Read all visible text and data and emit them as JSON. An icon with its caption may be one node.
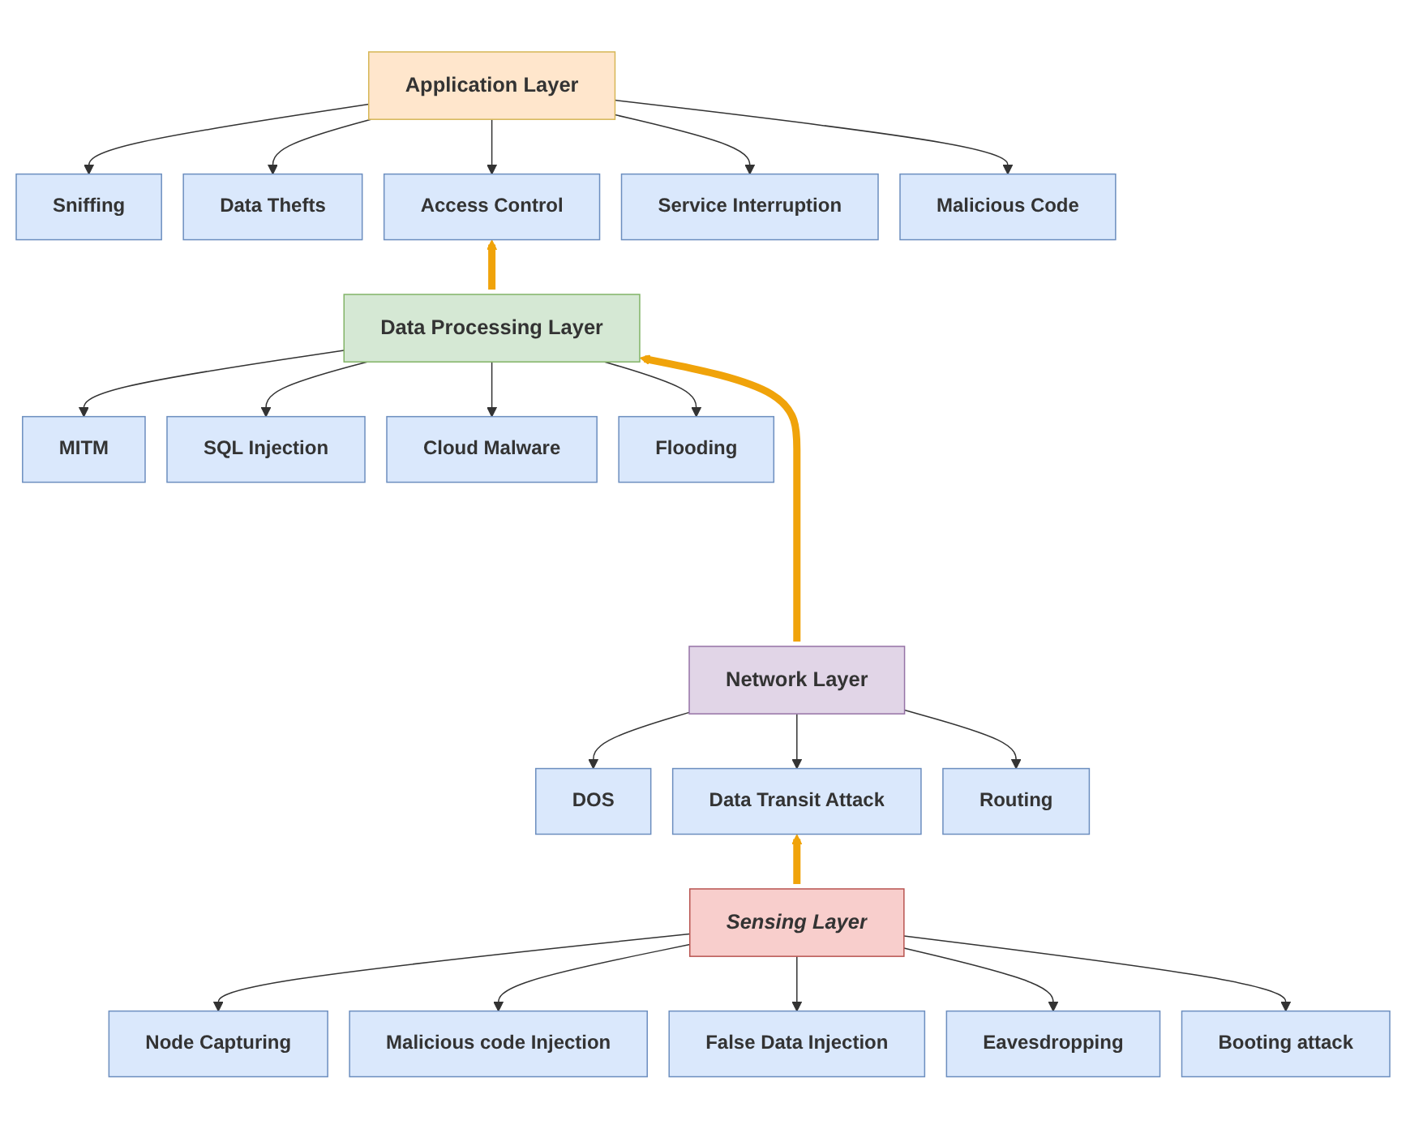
{
  "diagram": {
    "nodes": [
      {
        "text": [
          "Application Layer"
        ]
      },
      {
        "text": [
          "Sniffing"
        ]
      },
      {
        "text": [
          "Data Thefts"
        ]
      },
      {
        "text": [
          "Access Control"
        ]
      },
      {
        "text": [
          "Service Interruption"
        ]
      },
      {
        "text": [
          "Malicious Code"
        ]
      },
      {
        "text": [
          "Data Processing Layer"
        ]
      },
      {
        "text": [
          "MITM"
        ]
      },
      {
        "text": [
          "SQL Injection"
        ]
      },
      {
        "text": [
          "Cloud Malware"
        ]
      },
      {
        "text": [
          "Flooding"
        ]
      },
      {
        "text": [
          "Network Layer"
        ]
      },
      {
        "text": [
          "DOS"
        ]
      },
      {
        "text": [
          "Data Transit Attack"
        ]
      },
      {
        "text": [
          "Routing"
        ]
      },
      {
        "text": [
          "Sensing Layer"
        ]
      },
      {
        "text": [
          "Node Capturing"
        ]
      },
      {
        "text": [
          "Malicious code Injection"
        ]
      },
      {
        "text": [
          "False Data Injection"
        ]
      },
      {
        "text": [
          "Eavesdropping"
        ]
      },
      {
        "text": [
          "Booting attack"
        ]
      }
    ],
    "edges": [
      {
        "from": 0,
        "to": 1,
        "arrow": "to"
      },
      {
        "from": 0,
        "to": 2,
        "arrow": "to"
      },
      {
        "from": 0,
        "to": 3,
        "arrow": "to"
      },
      {
        "from": 0,
        "to": 4,
        "arrow": "to"
      },
      {
        "from": 0,
        "to": 5,
        "arrow": "to"
      },
      {
        "from": 6,
        "to": 3,
        "arrow": "to",
        "style": "thick",
        "color": "#f0a30a"
      },
      {
        "from": 6,
        "to": 7,
        "arrow": "to"
      },
      {
        "from": 6,
        "to": 8,
        "arrow": "to"
      },
      {
        "from": 6,
        "to": 9,
        "arrow": "to"
      },
      {
        "from": 6,
        "to": 10,
        "arrow": "to"
      },
      {
        "from": 11,
        "to": 6,
        "arrow": "to",
        "style": "thick",
        "color": "#f0a30a"
      },
      {
        "from": 11,
        "to": 12,
        "arrow": "to"
      },
      {
        "from": 11,
        "to": 13,
        "arrow": "to"
      },
      {
        "from": 11,
        "to": 14,
        "arrow": "to"
      },
      {
        "from": 15,
        "to": 13,
        "arrow": "to",
        "style": "thick",
        "color": "#f0a30a"
      },
      {
        "from": 15,
        "to": 16,
        "arrow": "to"
      },
      {
        "from": 15,
        "to": 17,
        "arrow": "to"
      },
      {
        "from": 15,
        "to": 18,
        "arrow": "to"
      },
      {
        "from": 15,
        "to": 19,
        "arrow": "to"
      },
      {
        "from": 15,
        "to": 20,
        "arrow": "to"
      }
    ]
  }
}
